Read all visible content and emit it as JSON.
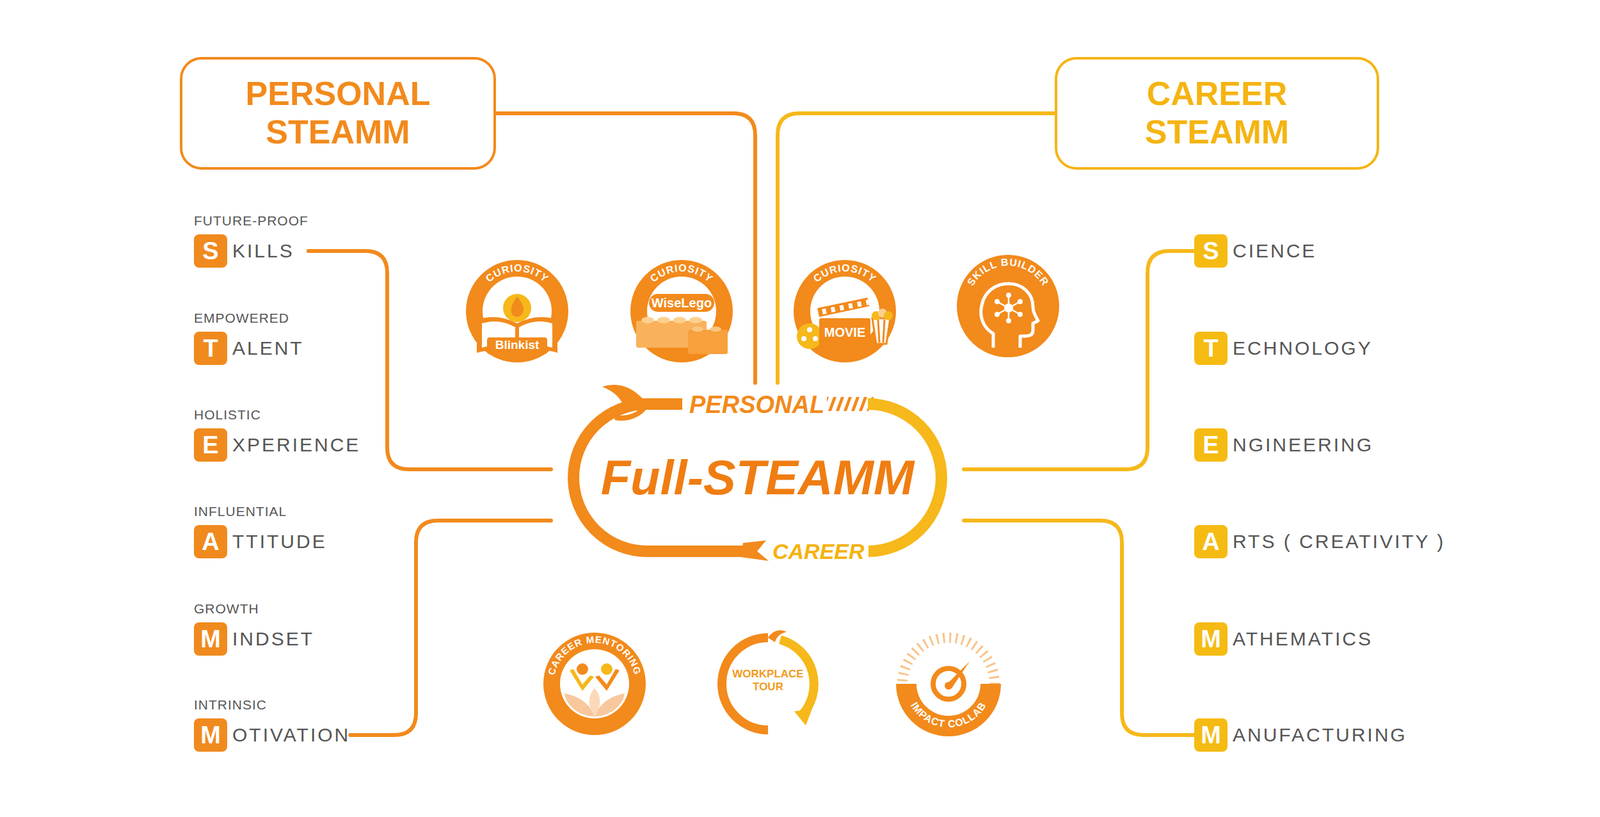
{
  "diagram": {
    "nodes": [
      {
        "text": [
          "PERSONAL STEAMM"
        ]
      },
      {
        "text": [
          "CAREER STEAMM"
        ]
      },
      {
        "text": [
          "FUTURE-PROOF",
          "S",
          "KILLS"
        ]
      },
      {
        "text": [
          "EMPOWERED",
          "T",
          "ALENT"
        ]
      },
      {
        "text": [
          "HOLISTIC",
          "E",
          "XPERIENCE"
        ]
      },
      {
        "text": [
          "INFLUENTIAL",
          "A",
          "TTITUDE"
        ]
      },
      {
        "text": [
          "GROWTH",
          "M",
          "INDSET"
        ]
      },
      {
        "text": [
          "INTRINSIC",
          "M",
          "OTIVATION"
        ]
      },
      {
        "text": [
          "CURIOSITY",
          "Blinkist"
        ]
      },
      {
        "text": [
          "CURIOSITY",
          "WiseLego"
        ]
      },
      {
        "text": [
          "CURIOSITY",
          "MOVIE"
        ]
      },
      {
        "text": [
          "SKILL BUILDER"
        ]
      },
      {
        "text": [
          "PERSONAL",
          "Full-STEAMM",
          "CAREER"
        ]
      },
      {
        "text": [
          "S",
          "CIENCE"
        ]
      },
      {
        "text": [
          "T",
          "ECHNOLOGY"
        ]
      },
      {
        "text": [
          "E",
          "NGINEERING"
        ]
      },
      {
        "text": [
          "A",
          "RTS ( CREATIVITY )"
        ]
      },
      {
        "text": [
          "M",
          "ATHEMATICS"
        ]
      },
      {
        "text": [
          "M",
          "ANUFACTURING"
        ]
      },
      {
        "text": [
          "CAREER MENTORING"
        ]
      },
      {
        "text": [
          "WORKPLACE TOUR"
        ]
      },
      {
        "text": [
          "IMPACT COLLAB"
        ]
      }
    ],
    "edges": [
      {
        "from": 0,
        "to": 12,
        "arrow": "none"
      },
      {
        "from": 1,
        "to": 12,
        "arrow": "none"
      },
      {
        "from": 2,
        "to": 12,
        "arrow": "none"
      },
      {
        "from": 7,
        "to": 12,
        "arrow": "none"
      },
      {
        "from": 12,
        "to": 13,
        "arrow": "none"
      },
      {
        "from": 12,
        "to": 18,
        "arrow": "none"
      }
    ]
  }
}
